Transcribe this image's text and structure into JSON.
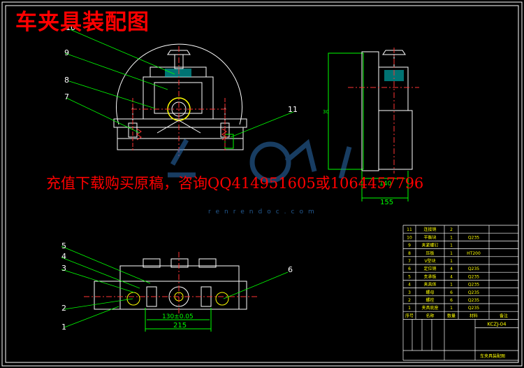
{
  "drawing": {
    "title": "车夹具装配图",
    "banner": "充值下载购买原稿，咨询QQ414951605或1064457796",
    "watermark_url": "renrendoc.com",
    "callouts": [
      "10",
      "9",
      "8",
      "7",
      "11",
      "5",
      "4",
      "3",
      "2",
      "1",
      "6"
    ],
    "dimensions": {
      "side_width": "155",
      "side_inner": "140",
      "side_height": "30",
      "bottom_spacing": "130±0.05",
      "bottom_width": "215"
    },
    "bom": {
      "header": [
        "序号",
        "名称",
        "数量",
        "材料",
        "备注"
      ],
      "top_row": [
        "11",
        "连接销",
        "2"
      ],
      "rows": [
        [
          "10",
          "平衡块",
          "1",
          "Q235",
          ""
        ],
        [
          "9",
          "夹紧螺钉",
          "1",
          "",
          ""
        ],
        [
          "8",
          "压板",
          "1",
          "HT200",
          ""
        ],
        [
          "7",
          "V型块",
          "1",
          "",
          ""
        ],
        [
          "6",
          "定位销",
          "4",
          "Q235",
          ""
        ],
        [
          "5",
          "支承板",
          "4",
          "Q235",
          ""
        ],
        [
          "4",
          "夹具体",
          "1",
          "Q235",
          ""
        ],
        [
          "3",
          "螺母",
          "6",
          "Q235",
          ""
        ],
        [
          "2",
          "螺栓",
          "6",
          "Q235",
          ""
        ],
        [
          "1",
          "夹具底座",
          "1",
          "Q235",
          ""
        ]
      ],
      "drawing_no": "KCZJ-04",
      "title_block": "车夹具装配图"
    },
    "colors": {
      "background": "#000000",
      "frame": "#ffffff",
      "outline": "#ffffff",
      "leader": "#00ff00",
      "center": "#ff3333",
      "dimension": "#00ff00",
      "accent": "#ffff00",
      "hatch": "#00bfbf",
      "title_text": "#ff0000",
      "bom_text": "#ffff00",
      "watermark": "#2c6fb3"
    }
  }
}
